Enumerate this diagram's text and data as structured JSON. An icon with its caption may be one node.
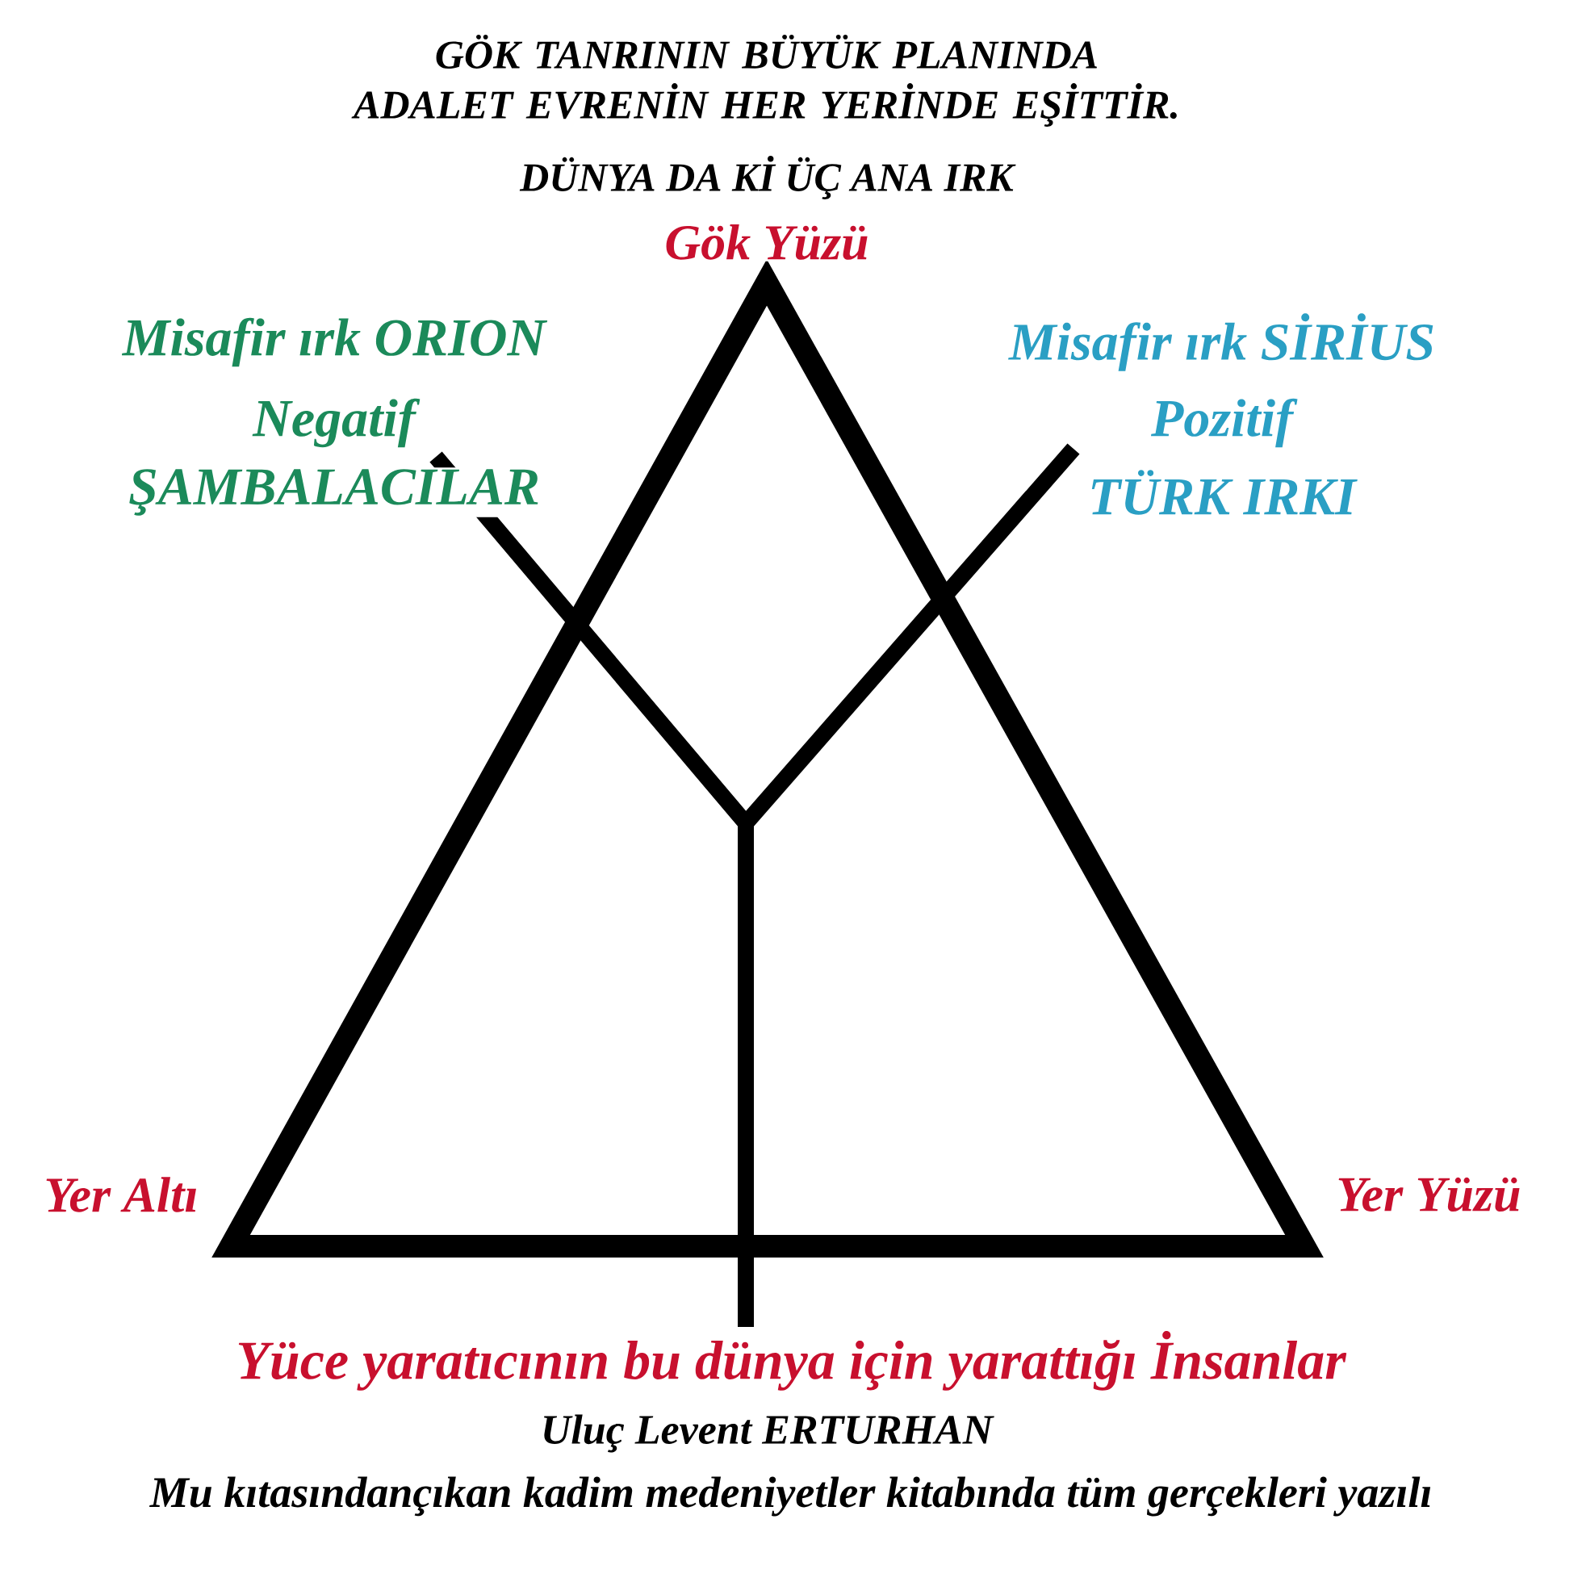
{
  "diagram": {
    "title": "GÖK TANRININ BÜYÜK PLANINDA  ADALET EVRENİN HER YERİNDE EŞİTTİR.",
    "labels": [
      "DÜNYA DA Kİ ÜÇ ANA IRK",
      "Gök Yüzü",
      "Misafir ırk ORION",
      "Negatif",
      "ŞAMBALACILAR",
      "Misafir ırk SİRİUS",
      "Pozitif",
      "TÜRK IRKI",
      "Yer Altı",
      "Yer Yüzü",
      "Yüce yaratıcının bu dünya için yarattığı İnsanlar",
      "Uluç Levent ERTURHAN",
      "Mu kıtasındançıkan kadim medeniyetler kitabında tüm gerçekleri yazılı"
    ]
  }
}
